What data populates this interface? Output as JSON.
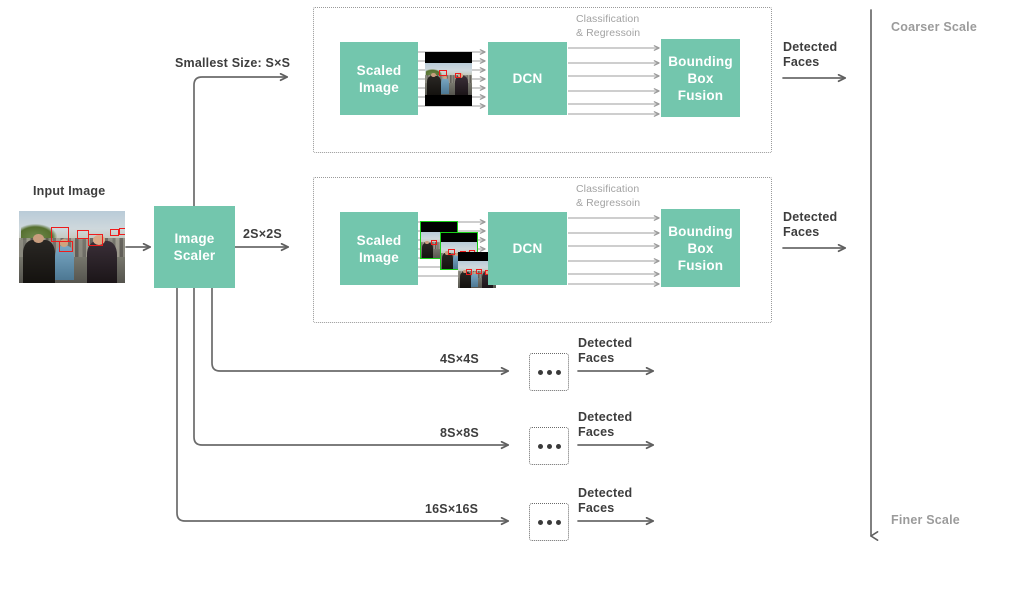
{
  "diagram": {
    "title": "Multi-scale face detection pipeline",
    "accent_color": "#73c6ad",
    "line_color": "#6b6b6b",
    "detection_box_color": "#ee1c1c"
  },
  "input": {
    "label": "Input Image",
    "image_alt": "crowd-photo-with-red-face-boxes"
  },
  "scaler": {
    "label": "Image\nScaler",
    "line1": "Image",
    "line2": "Scaler"
  },
  "branches": [
    {
      "id": "s1",
      "size_label": "Smallest Size: S×S"
    },
    {
      "id": "s2",
      "size_label": "2S×2S"
    },
    {
      "id": "s4",
      "size_label": "4S×4S"
    },
    {
      "id": "s8",
      "size_label": "8S×8S"
    },
    {
      "id": "s16",
      "size_label": "16S×16S"
    }
  ],
  "pipelines": [
    {
      "id": "pipeline-top",
      "scaled_image_label": "Scaled\nImage",
      "scaled_image_line1": "Scaled",
      "scaled_image_line2": "Image",
      "dcn_label": "DCN",
      "middle_label_line1": "Classification",
      "middle_label_line2": "& Regressoin",
      "fusion_label_line1": "Bounding",
      "fusion_label_line2": "Box",
      "fusion_label_line3": "Fusion",
      "output_label_line1": "Detected",
      "output_label_line2": "Faces",
      "num_feature_lines": 7,
      "num_output_lines": 6,
      "thumbnail_count": 1
    },
    {
      "id": "pipeline-second",
      "scaled_image_label": "Scaled\nImage",
      "scaled_image_line1": "Scaled",
      "scaled_image_line2": "Image",
      "dcn_label": "DCN",
      "middle_label_line1": "Classification",
      "middle_label_line2": "& Regressoin",
      "fusion_label_line1": "Bounding",
      "fusion_label_line2": "Box",
      "fusion_label_line3": "Fusion",
      "output_label_line1": "Detected",
      "output_label_line2": "Faces",
      "num_feature_lines": 7,
      "num_output_lines": 6,
      "thumbnail_count": 3
    }
  ],
  "collapsed_rows": [
    {
      "id": "row-4s",
      "size_label": "4S×4S",
      "ellipsis": "•••",
      "output_label_line1": "Detected",
      "output_label_line2": "Faces"
    },
    {
      "id": "row-8s",
      "size_label": "8S×8S",
      "ellipsis": "•••",
      "output_label_line1": "Detected",
      "output_label_line2": "Faces"
    },
    {
      "id": "row-16s",
      "size_label": "16S×16S",
      "ellipsis": "•••",
      "output_label_line1": "Detected",
      "output_label_line2": "Faces"
    }
  ],
  "scale_axis": {
    "top_label": "Coarser Scale",
    "bottom_label": "Finer Scale"
  }
}
